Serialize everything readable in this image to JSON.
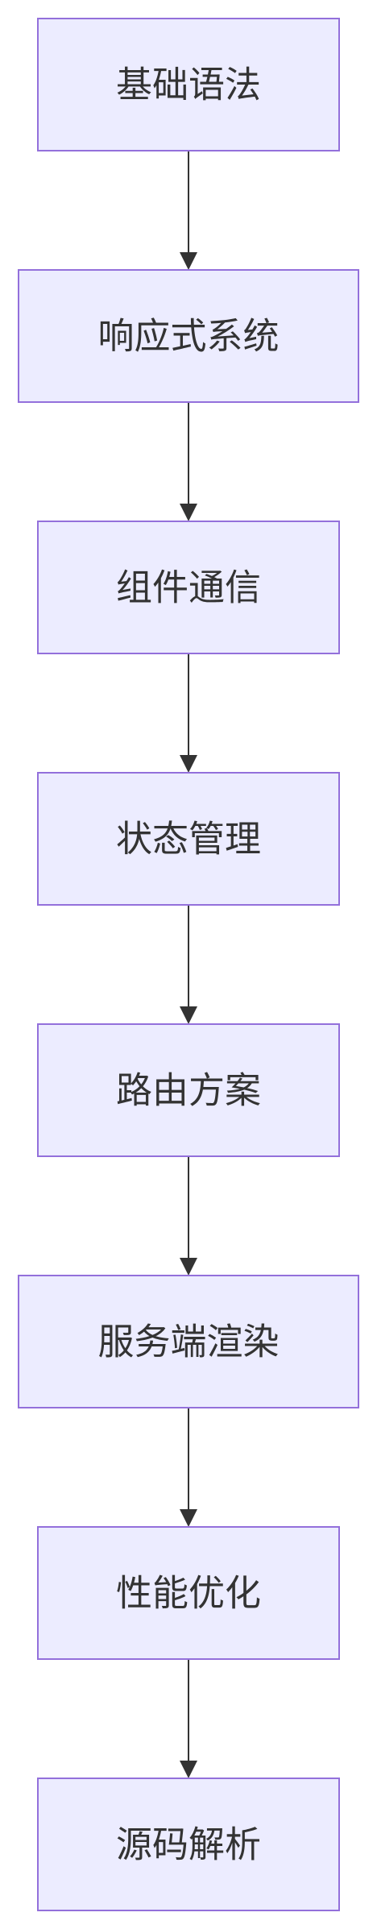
{
  "flowchart": {
    "direction": "top-down",
    "nodes": [
      {
        "id": "n1",
        "label": "基础语法"
      },
      {
        "id": "n2",
        "label": "响应式系统"
      },
      {
        "id": "n3",
        "label": "组件通信"
      },
      {
        "id": "n4",
        "label": "状态管理"
      },
      {
        "id": "n5",
        "label": "路由方案"
      },
      {
        "id": "n6",
        "label": "服务端渲染"
      },
      {
        "id": "n7",
        "label": "性能优化"
      },
      {
        "id": "n8",
        "label": "源码解析"
      }
    ],
    "edges": [
      {
        "from": "n1",
        "to": "n2"
      },
      {
        "from": "n2",
        "to": "n3"
      },
      {
        "from": "n3",
        "to": "n4"
      },
      {
        "from": "n4",
        "to": "n5"
      },
      {
        "from": "n5",
        "to": "n6"
      },
      {
        "from": "n6",
        "to": "n7"
      },
      {
        "from": "n7",
        "to": "n8"
      }
    ]
  },
  "colors": {
    "node_fill": "#ECECFF",
    "node_stroke": "#9370DB",
    "text": "#333333",
    "edge": "#333333"
  }
}
